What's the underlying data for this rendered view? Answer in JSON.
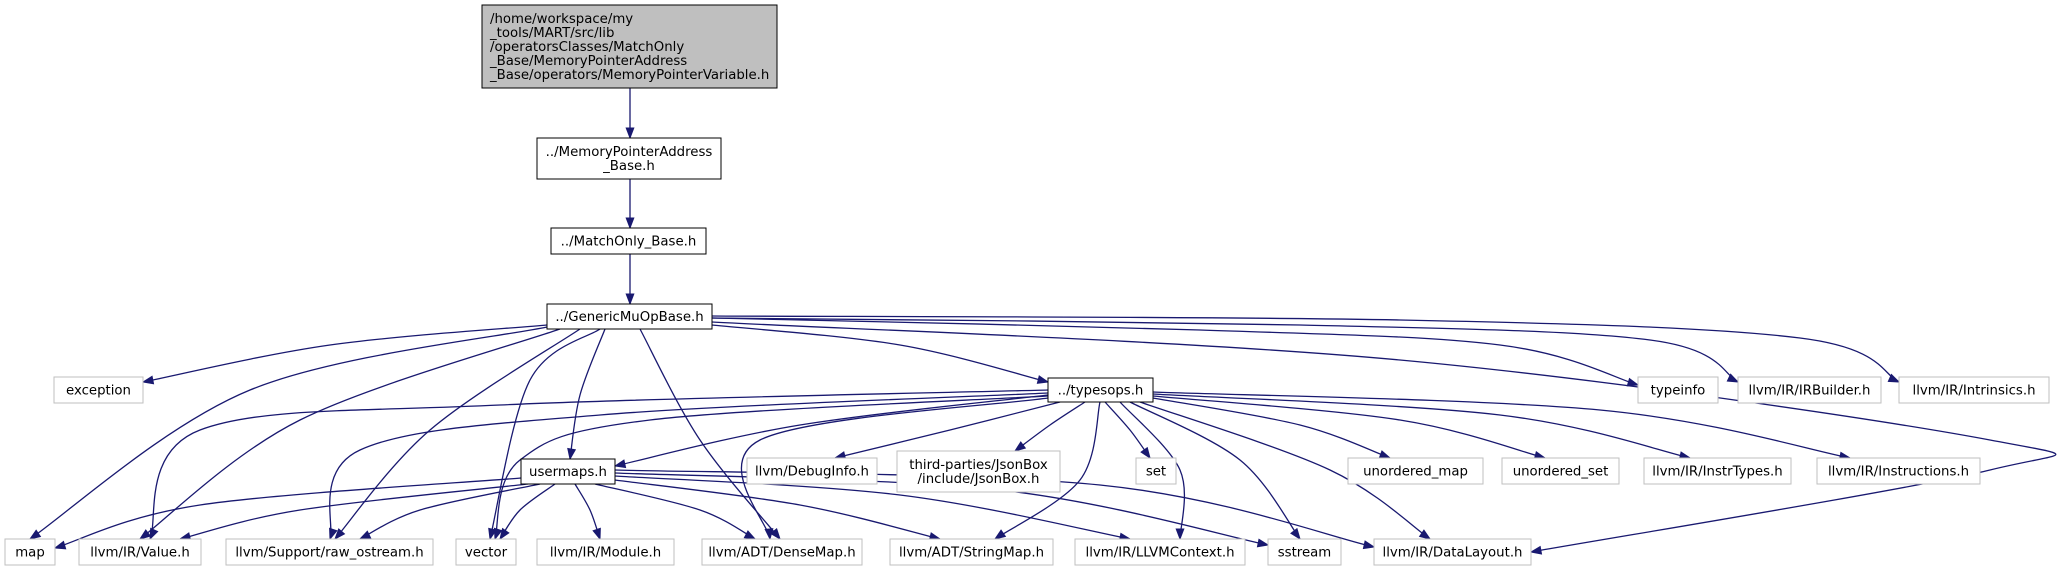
{
  "diagram": {
    "type": "include-dependency-graph",
    "colors": {
      "edge": "#191970",
      "root_fill": "#bfbfbf",
      "root_border": "#000000",
      "doc_border": "#000000",
      "external_border": "#bfbfbf",
      "text": "#000000"
    },
    "nodes": [
      {
        "id": "root",
        "kind": "root",
        "lines": [
          "/home/workspace/my",
          "_tools/MART/src/lib",
          "/operatorsClasses/MatchOnly",
          "_Base/MemoryPointerAddress",
          "_Base/operators/MemoryPointerVariable.h"
        ]
      },
      {
        "id": "mpab",
        "kind": "doc",
        "lines": [
          "../MemoryPointerAddress",
          "_Base.h"
        ]
      },
      {
        "id": "mob",
        "kind": "doc",
        "lines": [
          "../MatchOnly_Base.h"
        ]
      },
      {
        "id": "gmob",
        "kind": "doc",
        "lines": [
          "../GenericMuOpBase.h"
        ]
      },
      {
        "id": "exception",
        "kind": "external",
        "lines": [
          "exception"
        ]
      },
      {
        "id": "typesops",
        "kind": "doc",
        "lines": [
          "../typesops.h"
        ]
      },
      {
        "id": "typeinfo",
        "kind": "external",
        "lines": [
          "typeinfo"
        ]
      },
      {
        "id": "irbuilder",
        "kind": "external",
        "lines": [
          "llvm/IR/IRBuilder.h"
        ]
      },
      {
        "id": "intrinsics",
        "kind": "external",
        "lines": [
          "llvm/IR/Intrinsics.h"
        ]
      },
      {
        "id": "usermaps",
        "kind": "doc",
        "lines": [
          "usermaps.h"
        ]
      },
      {
        "id": "debuginfo",
        "kind": "external",
        "lines": [
          "llvm/DebugInfo.h"
        ]
      },
      {
        "id": "jsonbox",
        "kind": "external",
        "lines": [
          "third-parties/JsonBox",
          "/include/JsonBox.h"
        ]
      },
      {
        "id": "set",
        "kind": "external",
        "lines": [
          "set"
        ]
      },
      {
        "id": "umap",
        "kind": "external",
        "lines": [
          "unordered_map"
        ]
      },
      {
        "id": "uset",
        "kind": "external",
        "lines": [
          "unordered_set"
        ]
      },
      {
        "id": "instrtypes",
        "kind": "external",
        "lines": [
          "llvm/IR/InstrTypes.h"
        ]
      },
      {
        "id": "instructions",
        "kind": "external",
        "lines": [
          "llvm/IR/Instructions.h"
        ]
      },
      {
        "id": "map",
        "kind": "external",
        "lines": [
          "map"
        ]
      },
      {
        "id": "value",
        "kind": "external",
        "lines": [
          "llvm/IR/Value.h"
        ]
      },
      {
        "id": "rawostream",
        "kind": "external",
        "lines": [
          "llvm/Support/raw_ostream.h"
        ]
      },
      {
        "id": "vector",
        "kind": "external",
        "lines": [
          "vector"
        ]
      },
      {
        "id": "module",
        "kind": "external",
        "lines": [
          "llvm/IR/Module.h"
        ]
      },
      {
        "id": "densemap",
        "kind": "external",
        "lines": [
          "llvm/ADT/DenseMap.h"
        ]
      },
      {
        "id": "stringmap",
        "kind": "external",
        "lines": [
          "llvm/ADT/StringMap.h"
        ]
      },
      {
        "id": "llvmcontext",
        "kind": "external",
        "lines": [
          "llvm/IR/LLVMContext.h"
        ]
      },
      {
        "id": "sstream",
        "kind": "external",
        "lines": [
          "sstream"
        ]
      },
      {
        "id": "datalayout",
        "kind": "external",
        "lines": [
          "llvm/IR/DataLayout.h"
        ]
      }
    ],
    "edges": [
      [
        "root",
        "mpab"
      ],
      [
        "mpab",
        "mob"
      ],
      [
        "mob",
        "gmob"
      ],
      [
        "gmob",
        "exception"
      ],
      [
        "gmob",
        "typesops"
      ],
      [
        "gmob",
        "typeinfo"
      ],
      [
        "gmob",
        "irbuilder"
      ],
      [
        "gmob",
        "intrinsics"
      ],
      [
        "gmob",
        "usermaps"
      ],
      [
        "gmob",
        "map"
      ],
      [
        "gmob",
        "value"
      ],
      [
        "gmob",
        "rawostream"
      ],
      [
        "gmob",
        "vector"
      ],
      [
        "gmob",
        "densemap"
      ],
      [
        "gmob",
        "datalayout"
      ],
      [
        "typesops",
        "usermaps"
      ],
      [
        "typesops",
        "debuginfo"
      ],
      [
        "typesops",
        "jsonbox"
      ],
      [
        "typesops",
        "set"
      ],
      [
        "typesops",
        "umap"
      ],
      [
        "typesops",
        "uset"
      ],
      [
        "typesops",
        "instrtypes"
      ],
      [
        "typesops",
        "instructions"
      ],
      [
        "typesops",
        "value"
      ],
      [
        "typesops",
        "rawostream"
      ],
      [
        "typesops",
        "vector"
      ],
      [
        "typesops",
        "densemap"
      ],
      [
        "typesops",
        "stringmap"
      ],
      [
        "typesops",
        "llvmcontext"
      ],
      [
        "typesops",
        "sstream"
      ],
      [
        "typesops",
        "datalayout"
      ],
      [
        "usermaps",
        "map"
      ],
      [
        "usermaps",
        "value"
      ],
      [
        "usermaps",
        "rawostream"
      ],
      [
        "usermaps",
        "vector"
      ],
      [
        "usermaps",
        "module"
      ],
      [
        "usermaps",
        "densemap"
      ],
      [
        "usermaps",
        "stringmap"
      ],
      [
        "usermaps",
        "llvmcontext"
      ],
      [
        "usermaps",
        "sstream"
      ],
      [
        "usermaps",
        "datalayout"
      ]
    ]
  }
}
